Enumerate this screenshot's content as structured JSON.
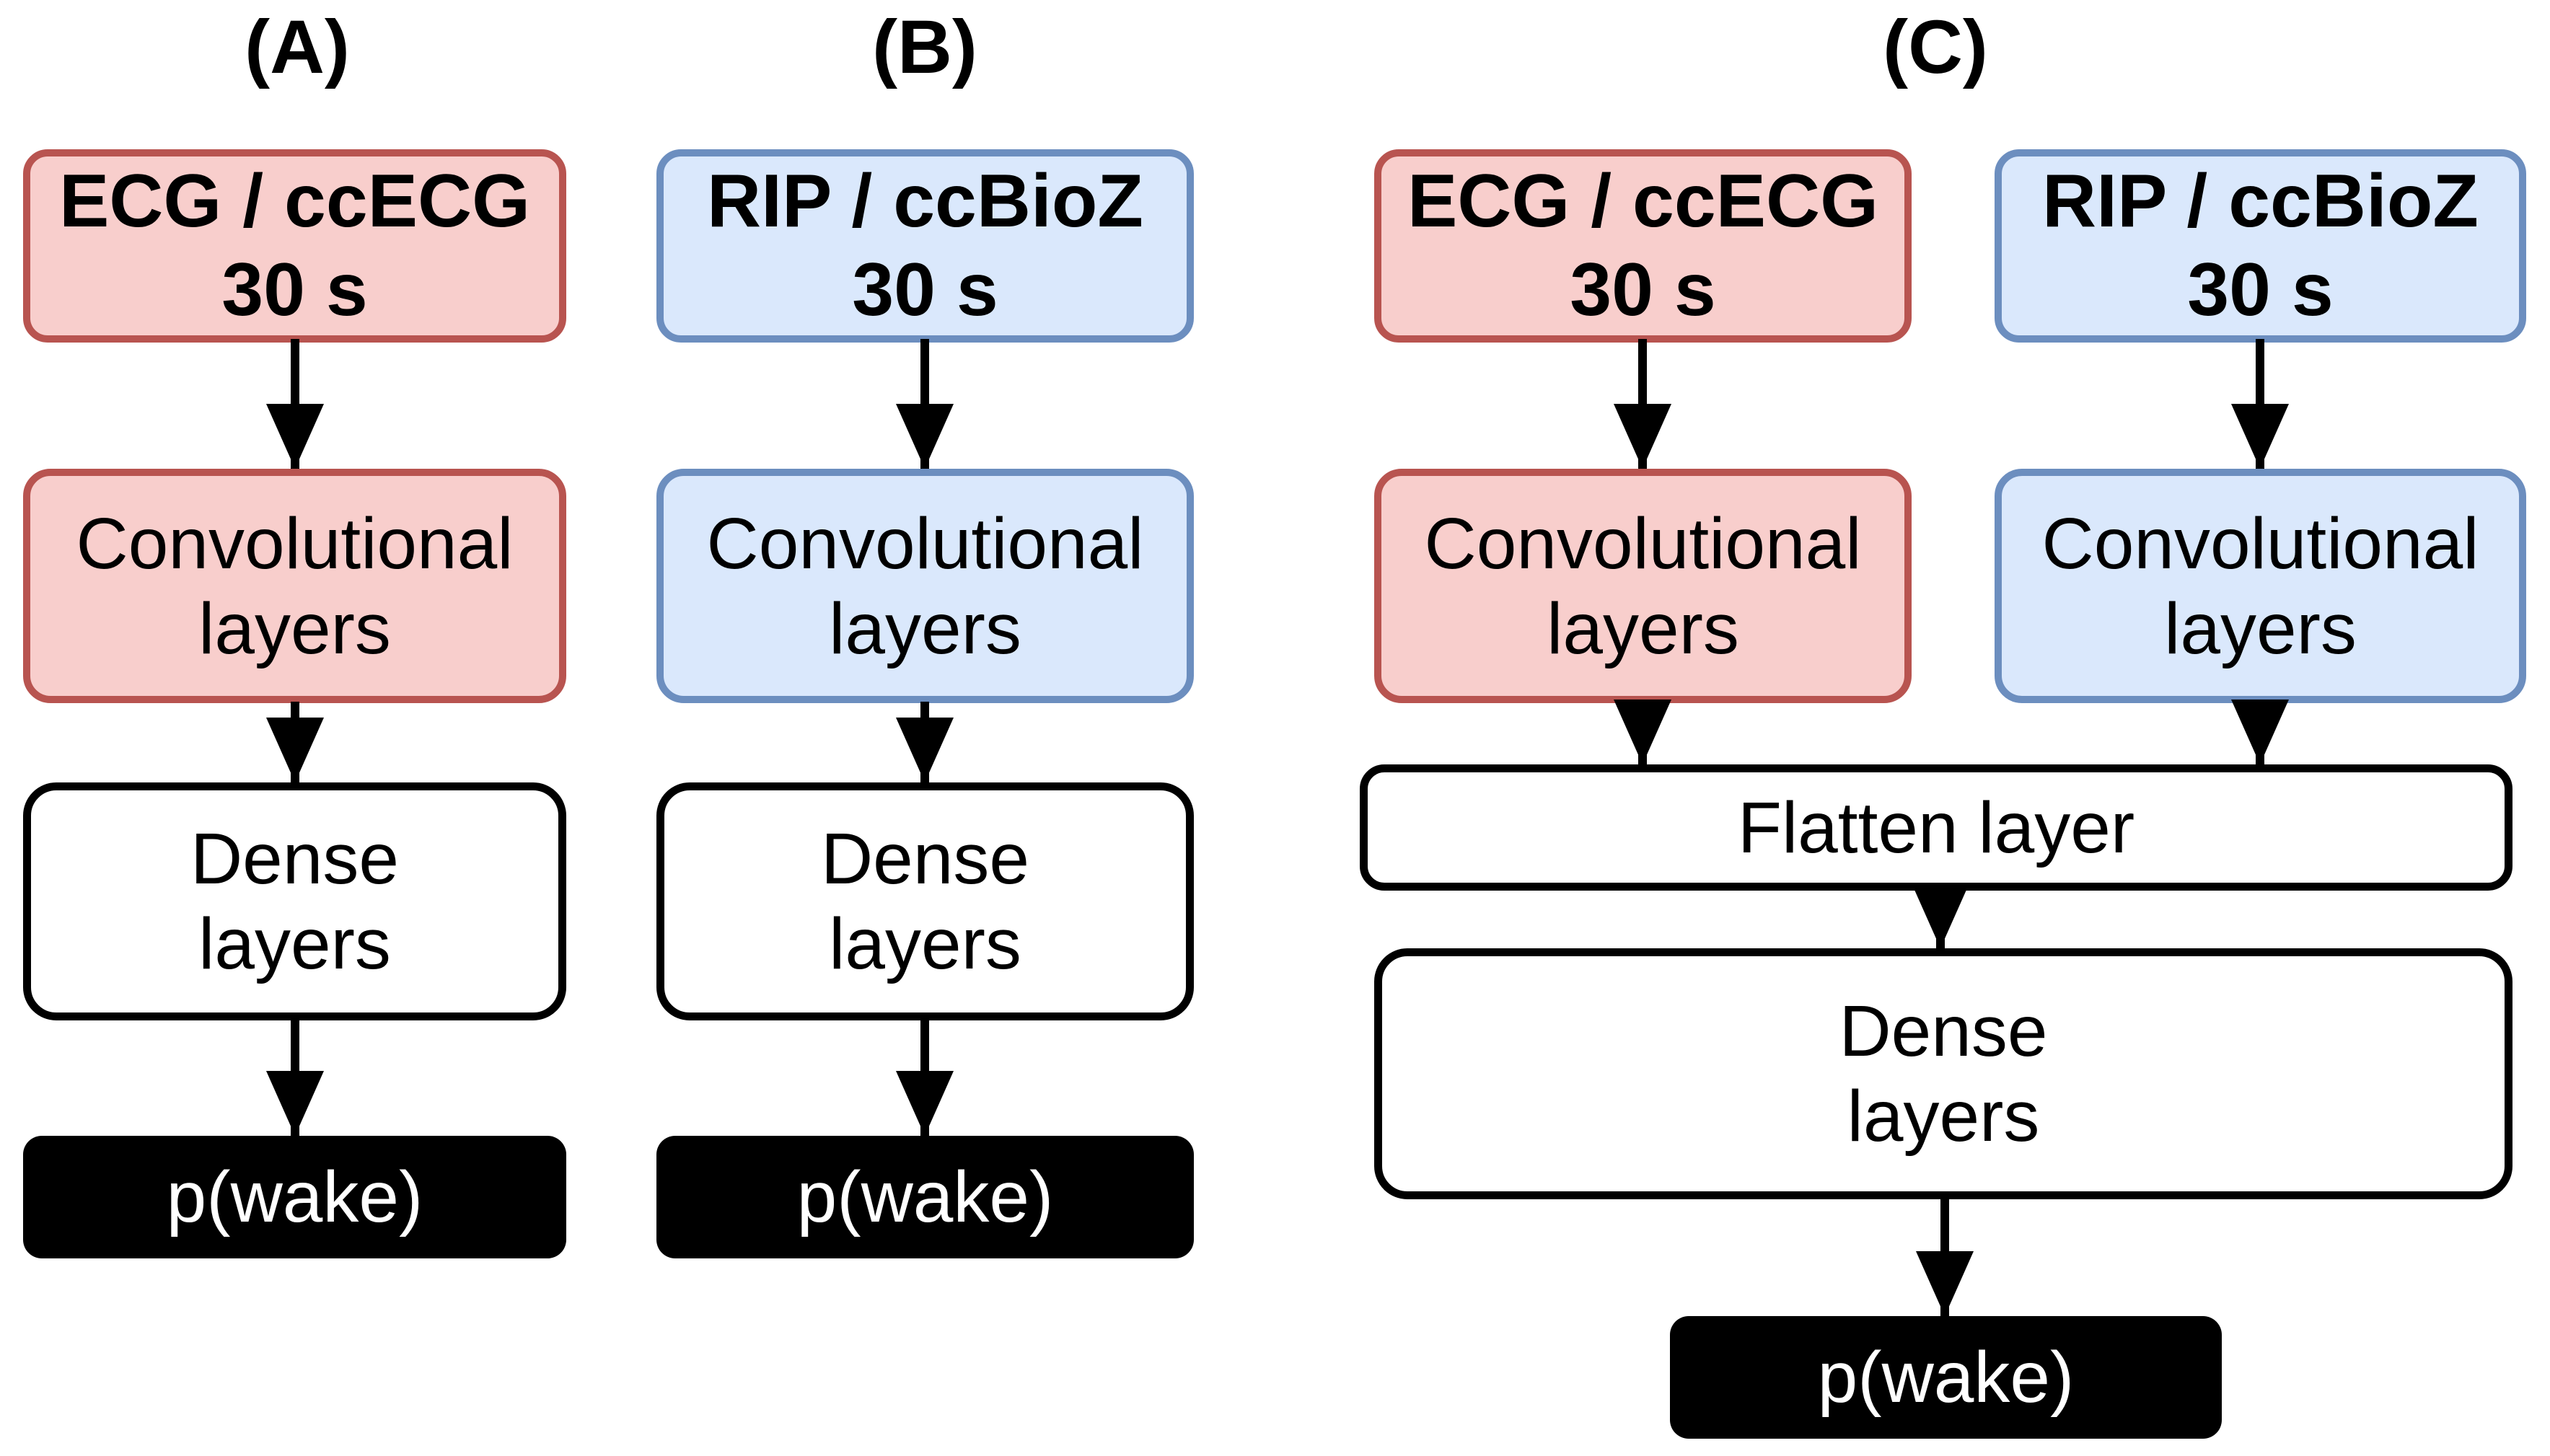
{
  "colors": {
    "background": "#FFFFFF",
    "ecg_fill": "#F8CECC",
    "ecg_stroke": "#B85450",
    "rip_fill": "#DAE8FC",
    "rip_stroke": "#6C8EBF",
    "neutral_fill": "#FFFFFF",
    "neutral_stroke": "#000000",
    "output_fill": "#000000",
    "output_text": "#FFFFFF",
    "arrow": "#000000",
    "text": "#000000"
  },
  "panel_a": {
    "label": "(A)",
    "input_box": "ECG / ccECG\n30 s",
    "conv_box": "Convolutional\nlayers",
    "dense_box": "Dense\nlayers",
    "output_box": "p(wake)"
  },
  "panel_b": {
    "label": "(B)",
    "input_box": "RIP / ccBioZ\n30 s",
    "conv_box": "Convolutional\nlayers",
    "dense_box": "Dense\nlayers",
    "output_box": "p(wake)"
  },
  "panel_c": {
    "label": "(C)",
    "input_box_ecg": "ECG / ccECG\n30 s",
    "input_box_rip": "RIP / ccBioZ\n30 s",
    "conv_box_ecg": "Convolutional\nlayers",
    "conv_box_rip": "Convolutional\nlayers",
    "flatten_box": "Flatten layer",
    "dense_box": "Dense\nlayers",
    "output_box": "p(wake)"
  }
}
